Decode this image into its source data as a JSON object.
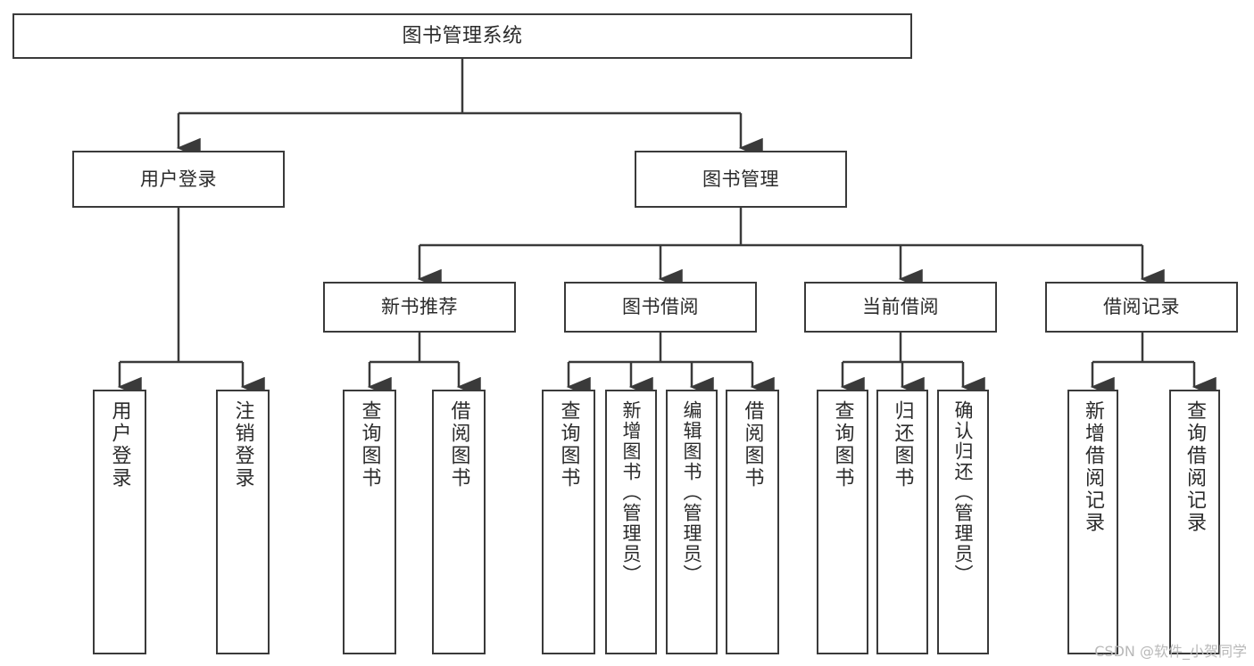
{
  "diagram": {
    "type": "tree",
    "title": "图书管理系统",
    "watermark": "CSDN @软件_小贺同学",
    "colors": {
      "box_border": "#3a3a3a",
      "box_fill": "#ffffff",
      "edge": "#3a3a3a",
      "text": "#2b2b2b",
      "watermark": "#b9b9b9",
      "background": "#ffffff"
    },
    "nodes": {
      "root": {
        "label": "图书管理系统"
      },
      "level2": [
        {
          "id": "user-login",
          "label": "用户登录"
        },
        {
          "id": "book-manage",
          "label": "图书管理"
        }
      ],
      "level3": [
        {
          "id": "new-book-recommend",
          "label": "新书推荐"
        },
        {
          "id": "book-borrow",
          "label": "图书借阅"
        },
        {
          "id": "current-borrow",
          "label": "当前借阅"
        },
        {
          "id": "borrow-record",
          "label": "借阅记录"
        }
      ],
      "leaves": {
        "user_login": [
          {
            "id": "leaf-user-login",
            "label": "用户登录"
          },
          {
            "id": "leaf-logout-login",
            "label": "注销登录"
          }
        ],
        "new_book_recommend": [
          {
            "id": "leaf-query-book-1",
            "label": "查询图书"
          },
          {
            "id": "leaf-borrow-book-1",
            "label": "借阅图书"
          }
        ],
        "book_borrow": [
          {
            "id": "leaf-query-book-2",
            "label": "查询图书"
          },
          {
            "id": "leaf-add-book",
            "label": "新增图书（管理员）"
          },
          {
            "id": "leaf-edit-book",
            "label": "编辑图书（管理员）"
          },
          {
            "id": "leaf-borrow-book-2",
            "label": "借阅图书"
          }
        ],
        "current_borrow": [
          {
            "id": "leaf-query-book-3",
            "label": "查询图书"
          },
          {
            "id": "leaf-return-book",
            "label": "归还图书"
          },
          {
            "id": "leaf-confirm-return",
            "label": "确认归还（管理员）"
          }
        ],
        "borrow_record": [
          {
            "id": "leaf-add-record",
            "label": "新增借阅记录"
          },
          {
            "id": "leaf-query-record",
            "label": "查询借阅记录"
          }
        ]
      }
    }
  }
}
